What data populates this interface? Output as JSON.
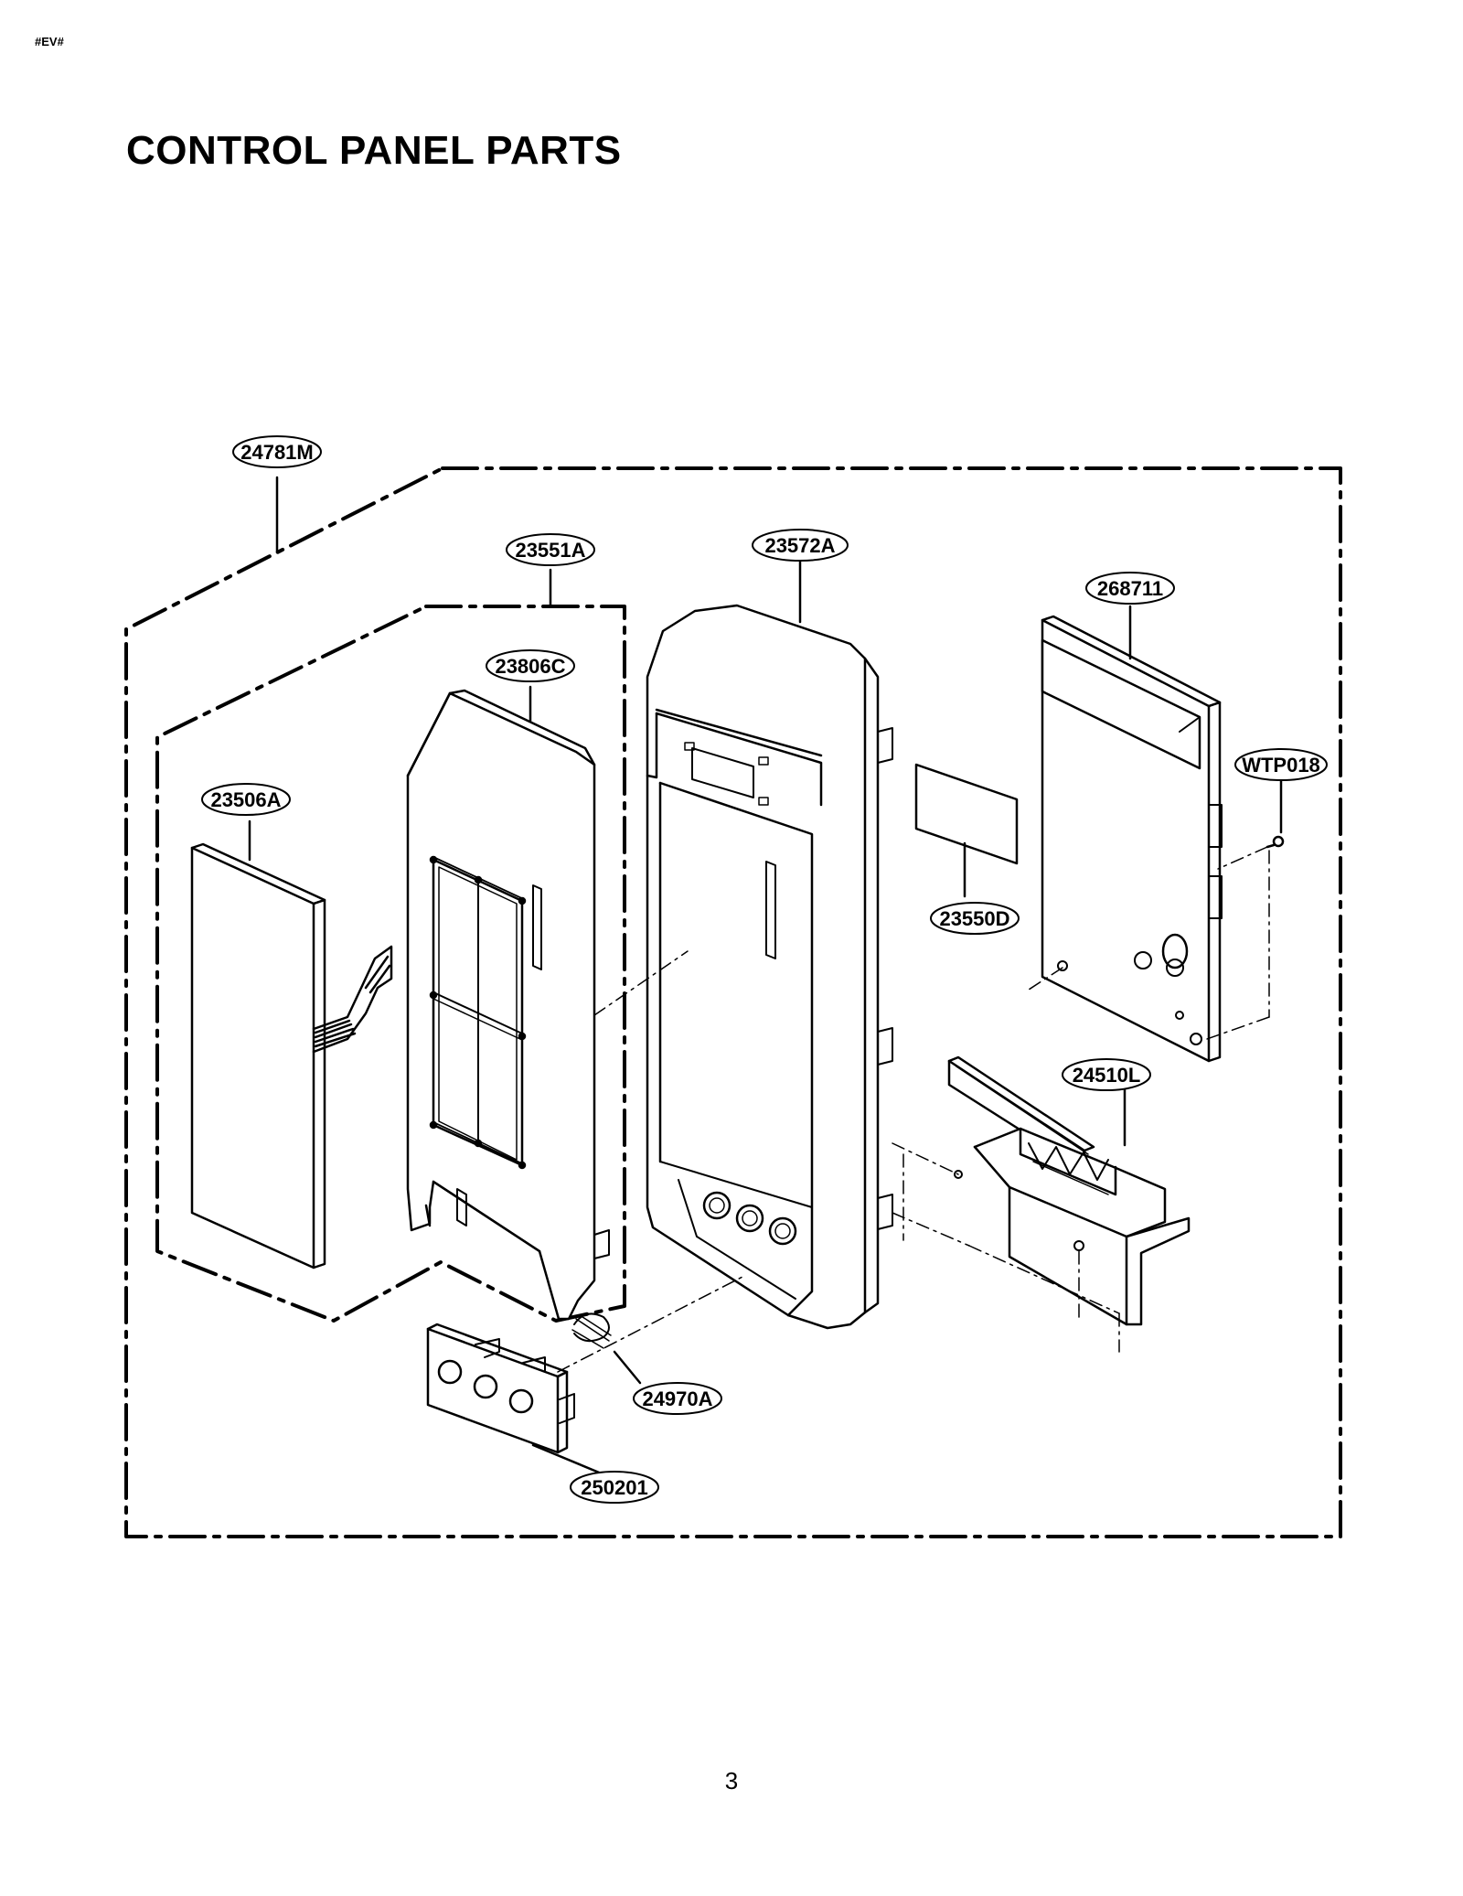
{
  "header": {
    "tag": "#EV#"
  },
  "page": {
    "title": "CONTROL PANEL PARTS",
    "page_number": "3"
  },
  "parts": {
    "p24781M": "24781M",
    "p23551A": "23551A",
    "p23572A": "23572A",
    "p268711": "268711",
    "p23806C": "23806C",
    "p23506A": "23506A",
    "pWTP018": "WTP018",
    "p23550D": "23550D",
    "p24510L": "24510L",
    "p24970A": "24970A",
    "p250201": "250201"
  }
}
